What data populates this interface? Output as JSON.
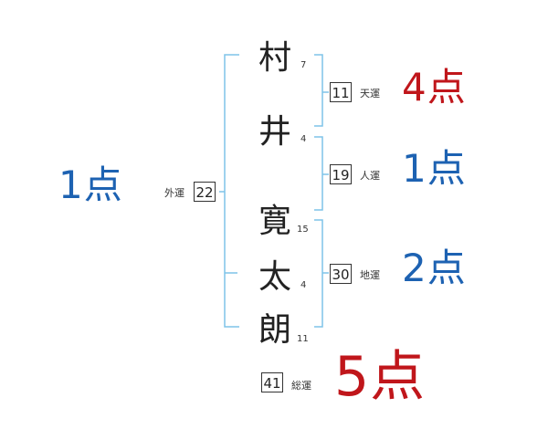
{
  "name_chars": [
    {
      "char": "村",
      "strokes": "7"
    },
    {
      "char": "井",
      "strokes": "4"
    },
    {
      "char": "寛",
      "strokes": "15"
    },
    {
      "char": "太",
      "strokes": "4"
    },
    {
      "char": "朗",
      "strokes": "11"
    }
  ],
  "unsei": {
    "ten": {
      "label": "天運",
      "value": "11",
      "score": "4点"
    },
    "jin": {
      "label": "人運",
      "value": "19",
      "score": "1点"
    },
    "chi": {
      "label": "地運",
      "value": "30",
      "score": "2点"
    },
    "gai": {
      "label": "外運",
      "value": "22",
      "score": "1点"
    },
    "sou": {
      "label": "総運",
      "value": "41",
      "score": "5点"
    }
  },
  "colors": {
    "bracket": "#7ec3e8",
    "score_blue": "#1d62b2",
    "score_red": "#c0161b",
    "text": "#222222"
  }
}
